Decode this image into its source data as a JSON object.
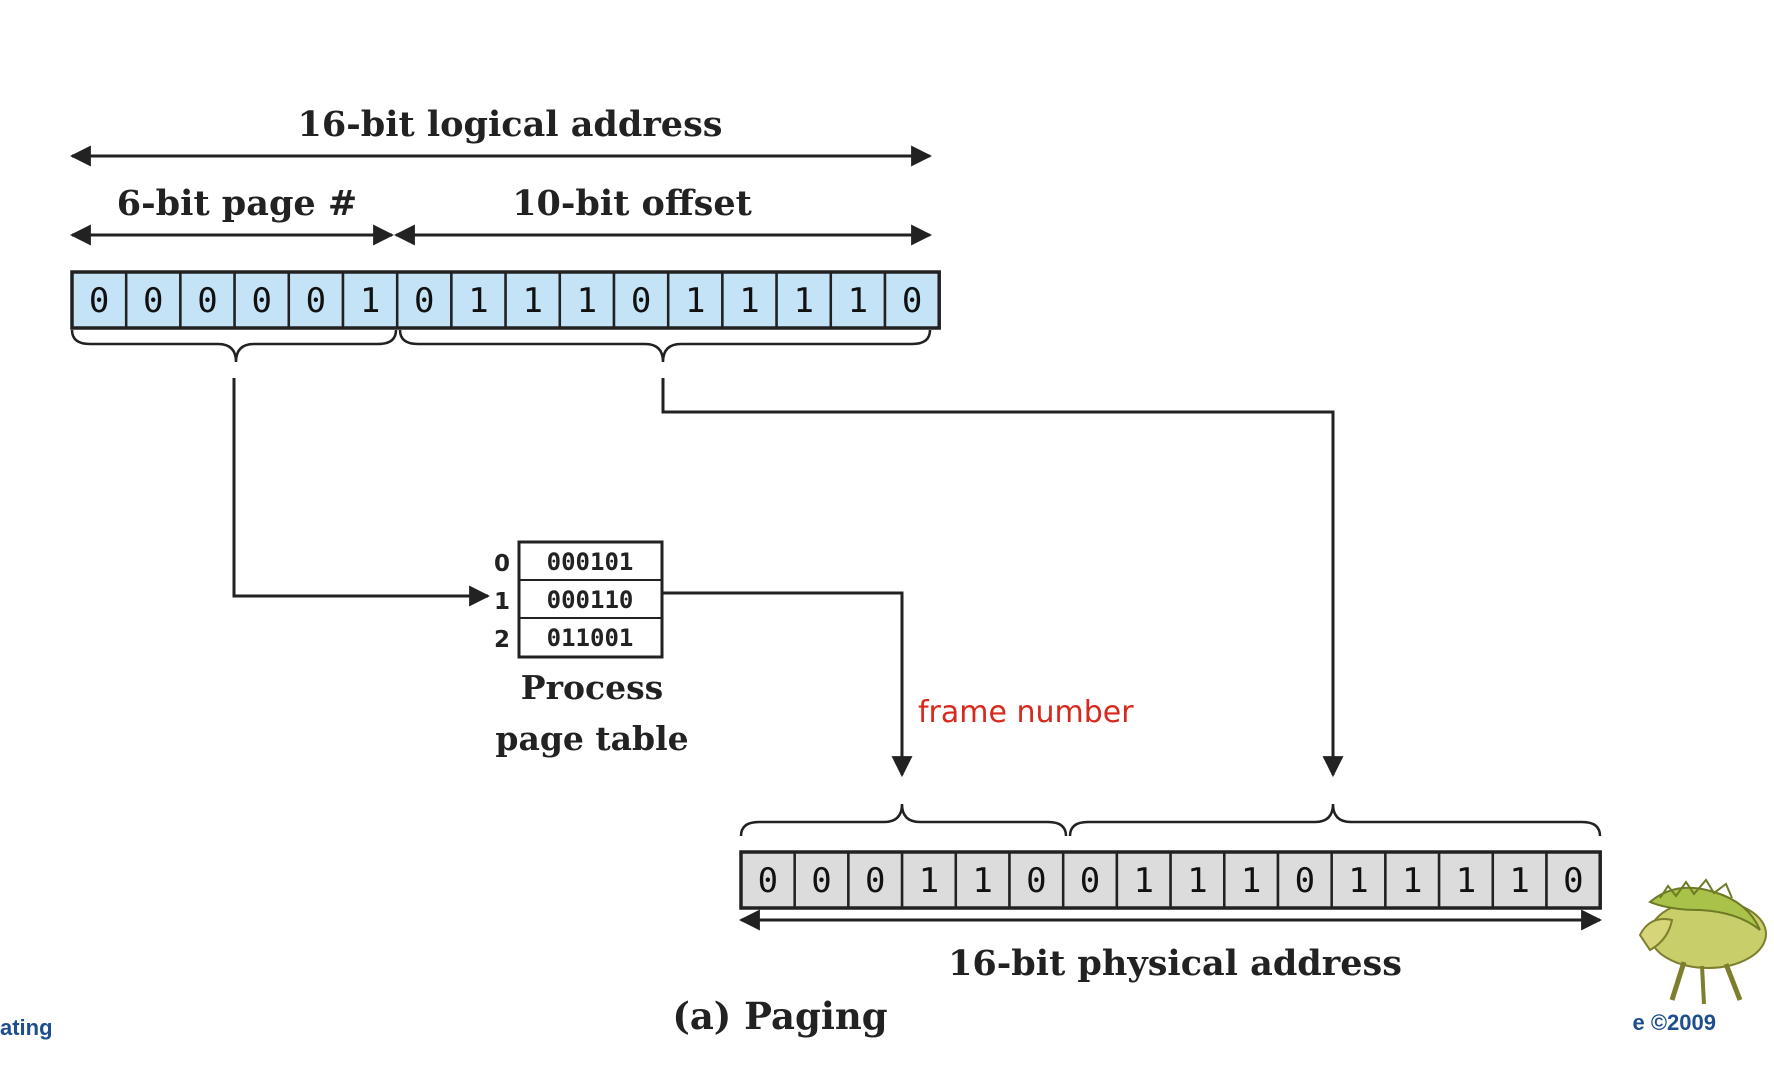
{
  "logical": {
    "title": "16-bit logical address",
    "page_label": "6-bit page #",
    "offset_label": "10-bit offset",
    "bits": [
      "0",
      "0",
      "0",
      "0",
      "0",
      "1",
      "0",
      "1",
      "1",
      "1",
      "0",
      "1",
      "1",
      "1",
      "1",
      "0"
    ]
  },
  "page_table": {
    "indices": [
      "0",
      "1",
      "2"
    ],
    "entries": [
      "000101",
      "000110",
      "011001"
    ],
    "caption_line1": "Process",
    "caption_line2": "page table"
  },
  "frame_label": "frame number",
  "physical": {
    "bits": [
      "0",
      "0",
      "0",
      "1",
      "1",
      "0",
      "0",
      "1",
      "1",
      "1",
      "0",
      "1",
      "1",
      "1",
      "1",
      "0"
    ],
    "title": "16-bit physical address"
  },
  "caption": "(a) Paging",
  "footer": {
    "left": "ating",
    "right": "e ©2009"
  },
  "colors": {
    "logical_cell": "#c5e3f6",
    "physical_cell": "#dcdcdc",
    "accent_red": "#d62a1e",
    "footer_blue": "#1f4e8c",
    "line": "#222222"
  }
}
